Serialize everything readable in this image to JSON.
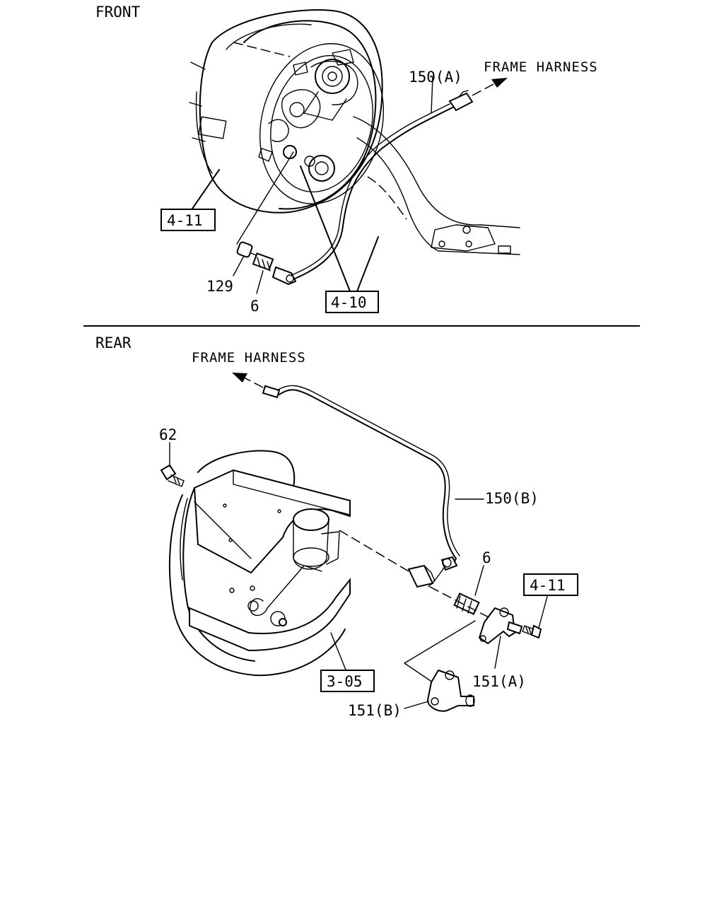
{
  "sections": {
    "front": {
      "heading": "FRONT"
    },
    "rear": {
      "heading": "REAR"
    }
  },
  "front_labels": {
    "frame_harness": "FRAME HARNESS",
    "p150a": "150(A)",
    "ref_4_11": "4-11",
    "p129": "129",
    "p6": "6",
    "ref_4_10": "4-10"
  },
  "rear_labels": {
    "frame_harness": "FRAME HARNESS",
    "p62": "62",
    "p150b": "150(B)",
    "p6": "6",
    "ref_4_11": "4-11",
    "p151a": "151(A)",
    "ref_3_05": "3-05",
    "p151b": "151(B)"
  },
  "icons": [
    "arrow-right-icon",
    "arrow-left-icon"
  ]
}
